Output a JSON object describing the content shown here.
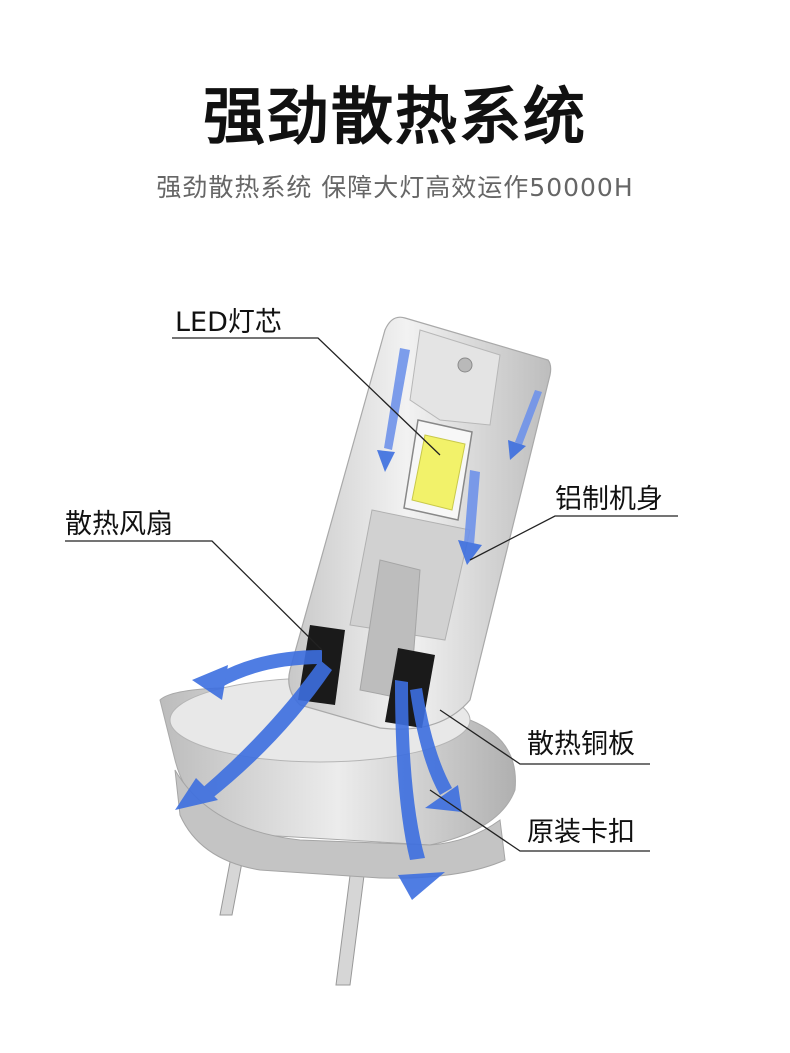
{
  "header": {
    "title": "强劲散热系统",
    "subtitle": "强劲散热系统 保障大灯高效运作50000H"
  },
  "callouts": {
    "led_chip": "LED灯芯",
    "aluminum_body": "铝制机身",
    "cooling_fan": "散热风扇",
    "copper_plate": "散热铜板",
    "original_clip": "原装卡扣"
  },
  "colors": {
    "arrow_blue": "#3d6fe0",
    "bulb_silver": "#d9d9d9",
    "led_yellow": "#f2f26a",
    "leader_line": "#222222"
  },
  "icons": {
    "airflow": "airflow-arrow-icon",
    "bulb": "h7-led-bulb-illustration"
  }
}
